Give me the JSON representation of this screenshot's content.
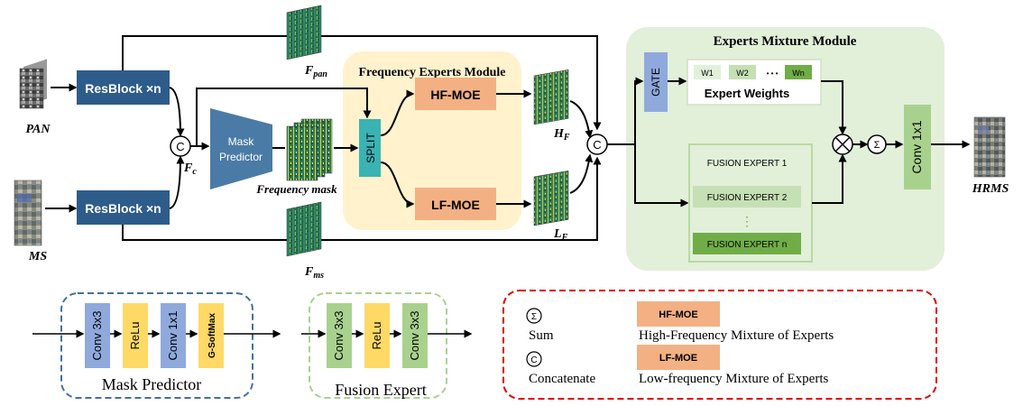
{
  "inputs": {
    "pan": "PAN",
    "ms": "MS"
  },
  "resblock": {
    "pan": "ResBlock ×n",
    "ms": "ResBlock ×n"
  },
  "concat_symbol": "C",
  "sum_symbol": "Σ",
  "mult_symbol": "⊗",
  "features": {
    "fc_main": "F",
    "fc_sub": "c",
    "fpan_main": "F",
    "fpan_sub": "pan",
    "fms_main": "F",
    "fms_sub": "ms",
    "hf_main": "H",
    "hf_sub": "F",
    "lf_main": "L",
    "lf_sub": "F"
  },
  "mask_predictor": {
    "line1": "Mask",
    "line2": "Predictor"
  },
  "frequency_mask": "Frequency mask",
  "frequency_module": {
    "title": "Frequency Experts Module",
    "split": "SPLIT",
    "hf_moe": "HF-MOE",
    "lf_moe": "LF-MOE"
  },
  "experts_module": {
    "title": "Experts Mixture Module",
    "gate": "GATE",
    "weights": [
      "W1",
      "W2",
      "Wn"
    ],
    "weights_dots": "• • •",
    "weights_label": "Expert Weights",
    "fusion_experts": [
      "FUSION EXPERT 1",
      "FUSION EXPERT 2",
      "FUSION EXPERT n"
    ],
    "vdots": "⋮",
    "conv": "Conv 1x1"
  },
  "output": "HRMS",
  "legend_mask_predictor": {
    "blocks": [
      "Conv 3x3",
      "ReLu",
      "Conv 1x1",
      "G-SoftMax"
    ],
    "caption": "Mask Predictor"
  },
  "legend_fusion_expert": {
    "blocks": [
      "Conv 3x3",
      "ReLu",
      "Conv 3x3"
    ],
    "caption": "Fusion Expert"
  },
  "legend_symbols": {
    "sum_label": "Sum",
    "concat_label": "Concatenate",
    "hf_tag": "HF-MOE",
    "hf_desc": "High-Frequency Mixture of Experts",
    "lf_tag": "LF-MOE",
    "lf_desc": "Low-frequency Mixture of Experts"
  },
  "colors": {
    "resblock": "#2e5c8a",
    "mask_predictor": "#4a7ba6",
    "split": "#3bb3b3",
    "moe": "#f3b183",
    "gate": "#8fa9dc",
    "fusion_light": "#e2f0d9",
    "fusion_dark": "#70ad47",
    "freq_bg": "#fff2cc",
    "experts_bg": "#e2efd9",
    "conv_green": "#a9d18e",
    "conv_blue": "#8fa9dc",
    "relu_yellow": "#ffd966",
    "legend_blue_border": "#41719c",
    "legend_green_border": "#70ad47",
    "legend_red_border": "#e00000"
  }
}
